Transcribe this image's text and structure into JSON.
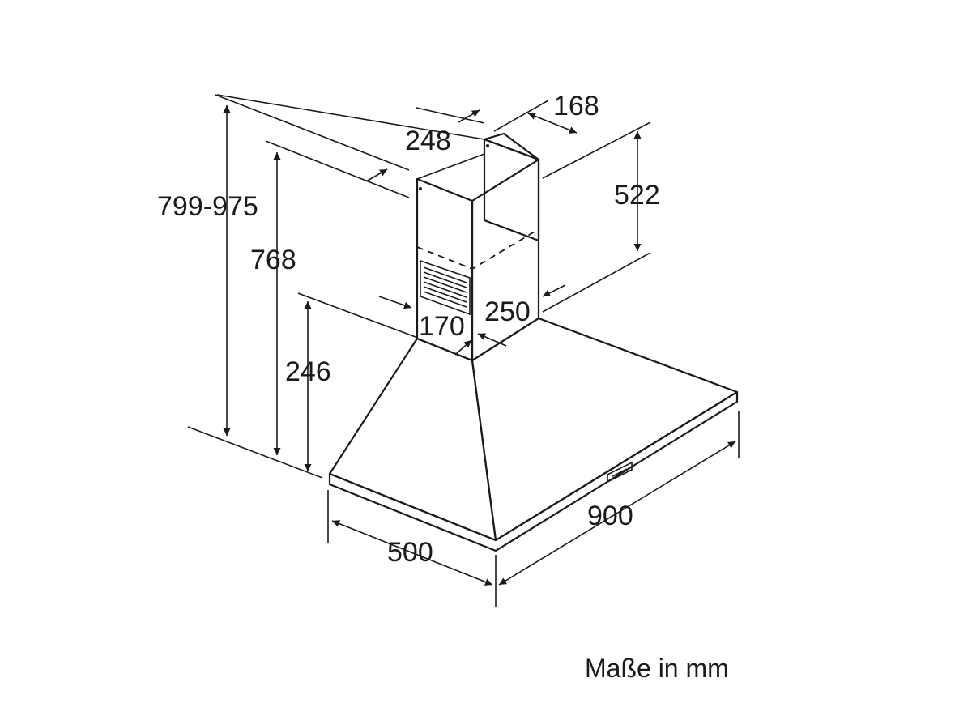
{
  "dimensions": {
    "total_height": "799-975",
    "height_768": "768",
    "canopy_height": "246",
    "chimney_depth_top": "248",
    "chimney_width_top": "168",
    "inner_chimney_height": "522",
    "chimney_width": "250",
    "chimney_depth": "170",
    "hood_width": "900",
    "hood_depth": "500"
  },
  "caption": "Maße in mm"
}
